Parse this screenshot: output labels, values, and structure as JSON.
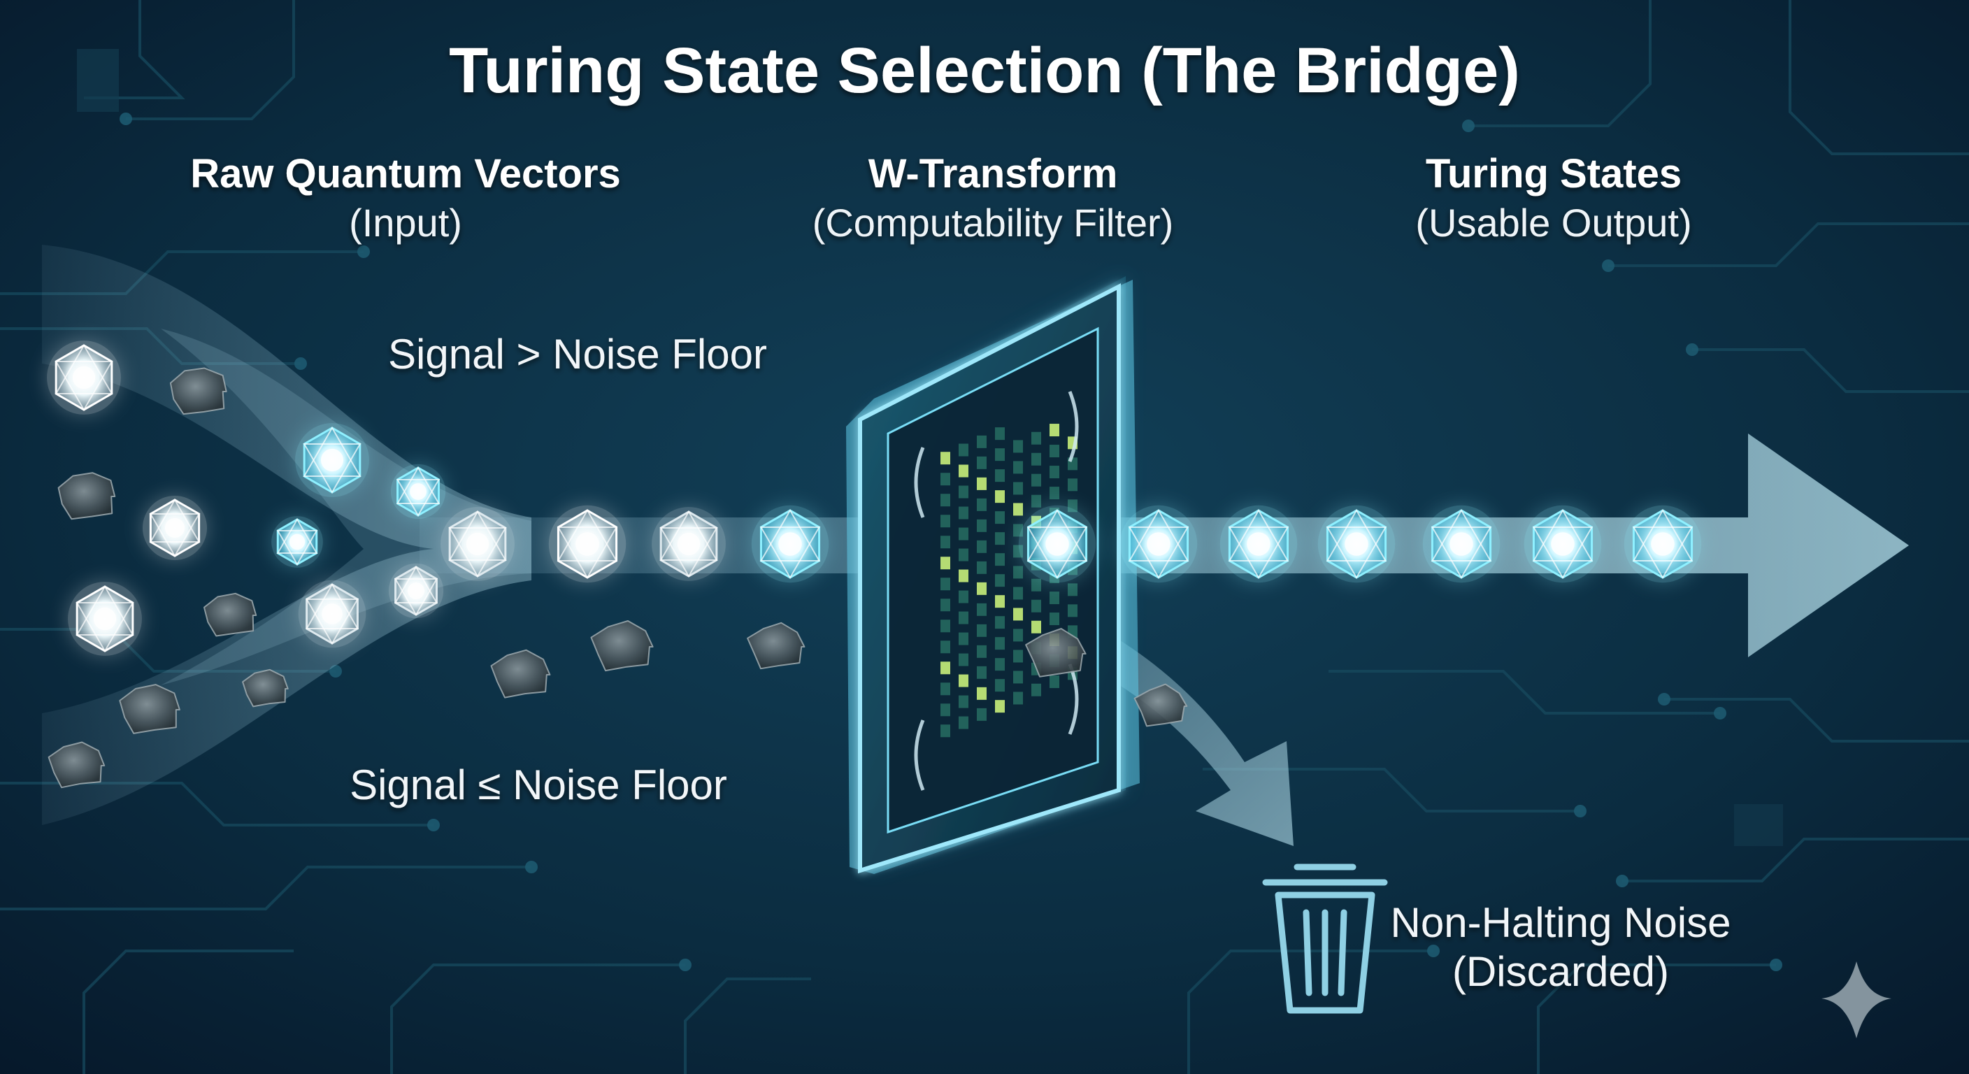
{
  "title": "Turing State Selection (The Bridge)",
  "stages": [
    {
      "heading": "Raw Quantum Vectors",
      "subheading": "(Input)"
    },
    {
      "heading": "W-Transform",
      "subheading": "(Computability Filter)"
    },
    {
      "heading": "Turing States",
      "subheading": "(Usable Output)"
    }
  ],
  "branches": {
    "upper": "Signal > Noise Floor",
    "lower": "Signal ≤ Noise Floor"
  },
  "discard": {
    "line1": "Non-Halting Noise",
    "line2": "(Discarded)"
  },
  "icons": {
    "discard": "trash-can-icon",
    "signal_state": "crystal-polyhedron-icon",
    "noise_state": "rock-blob-icon",
    "corner": "sparkle-icon"
  },
  "colors": {
    "background": "#0a2233",
    "circuit": "#174a5e",
    "glow": "#7fe6ff",
    "flow": "#a9d4e2",
    "text": "#ffffff"
  }
}
